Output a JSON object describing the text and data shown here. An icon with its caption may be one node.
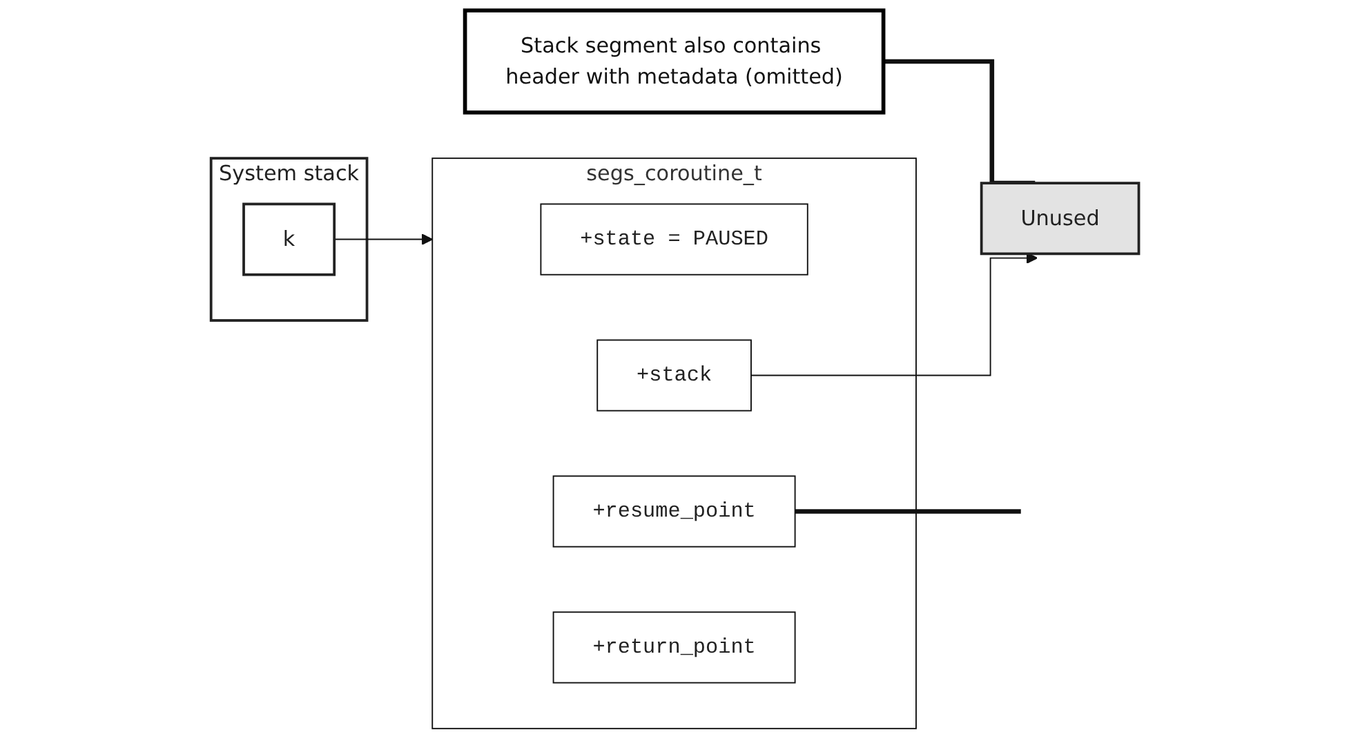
{
  "diagram": {
    "nodes": [
      {
        "text": [
          "System stack"
        ]
      },
      {
        "text": [
          "k"
        ],
        "in": 0
      },
      {
        "text": [
          "segs_coroutine_t"
        ]
      },
      {
        "text": [
          "+state = PAUSED"
        ],
        "in": 2
      },
      {
        "text": [
          "+stack"
        ],
        "in": 2
      },
      {
        "text": [
          "+resume_point"
        ],
        "in": 2
      },
      {
        "text": [
          "+return_point"
        ],
        "in": 2
      },
      {
        "text": [
          "Unused"
        ]
      },
      {
        "text": [
          "Stack segment also contains header with metadata (omitted)"
        ]
      }
    ],
    "edges": [
      {
        "from": 1,
        "to": 2,
        "arrow": "to"
      },
      {
        "from": 4,
        "to": 7,
        "arrow": "to"
      },
      {
        "from": 5,
        "to": null,
        "arrow": "none",
        "style": "thick"
      },
      {
        "from": 8,
        "to": 7,
        "arrow": "none",
        "style": "thick"
      }
    ]
  }
}
